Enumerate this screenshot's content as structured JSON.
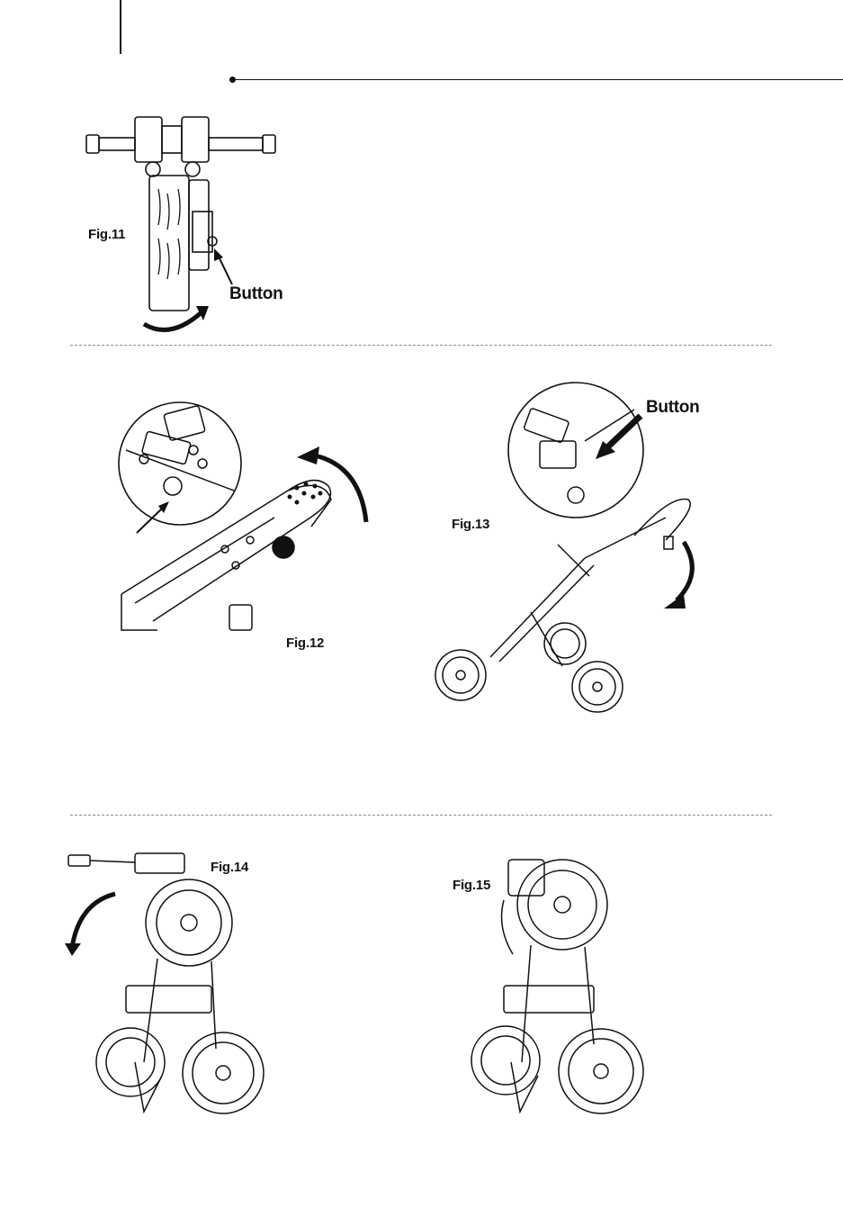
{
  "figures": {
    "fig11": {
      "label": "Fig.11",
      "callout": "Button"
    },
    "fig12": {
      "label": "Fig.12"
    },
    "fig13": {
      "label": "Fig.13",
      "callout": "Button"
    },
    "fig14": {
      "label": "Fig.14"
    },
    "fig15": {
      "label": "Fig.15"
    }
  },
  "colors": {
    "ink": "#111111",
    "divider": "#888888"
  }
}
